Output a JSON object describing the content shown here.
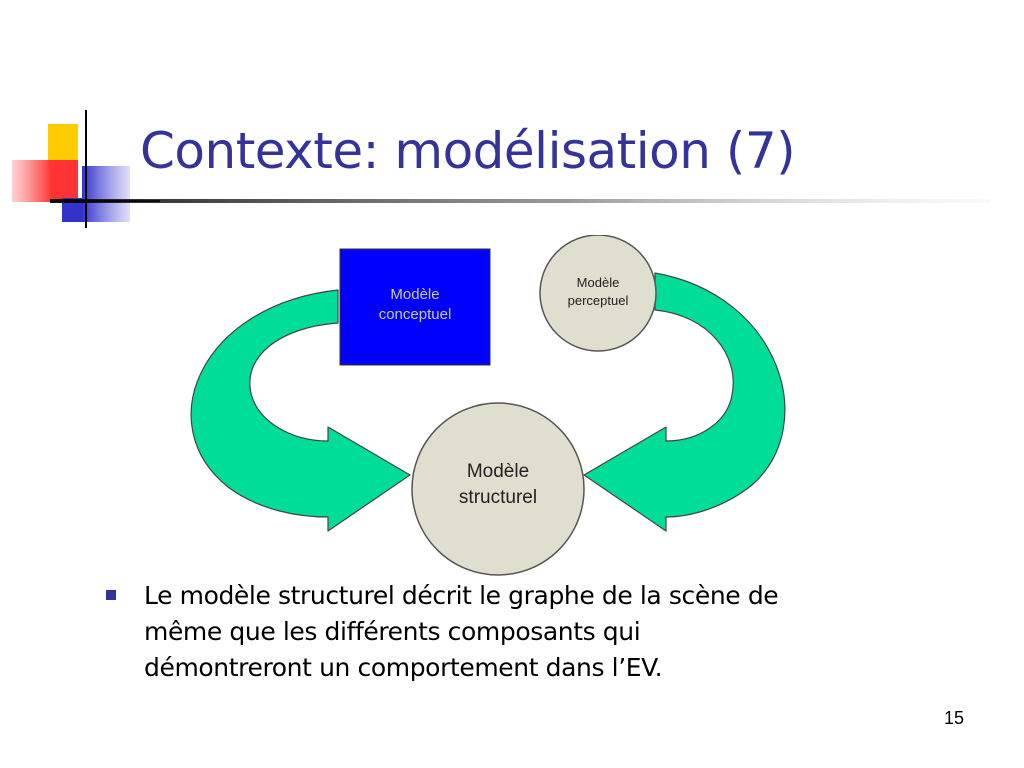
{
  "slide": {
    "title": "Contexte: modélisation (7)",
    "page_number": "15"
  },
  "diagram": {
    "nodes": {
      "conceptuel": {
        "line1": "Modèle",
        "line2": "conceptuel"
      },
      "perceptuel": {
        "line1": "Modèle",
        "line2": "perceptuel"
      },
      "structurel": {
        "line1": "Modèle",
        "line2": "structurel"
      }
    }
  },
  "bullets": [
    {
      "lines": [
        "Le modèle structurel décrit le graphe de la scène de",
        "même que les différents composants qui",
        "démontreront un comportement dans l’EV."
      ]
    }
  ],
  "colors": {
    "title": "#333399",
    "square": "#0000ff",
    "square_text": "#cccc88",
    "circle_fill": "#dedfcf",
    "arrow_fill": "#00dd99",
    "deco_yellow": "#ffcc00",
    "deco_red": "#ff3333",
    "deco_blue": "#3333cc"
  }
}
